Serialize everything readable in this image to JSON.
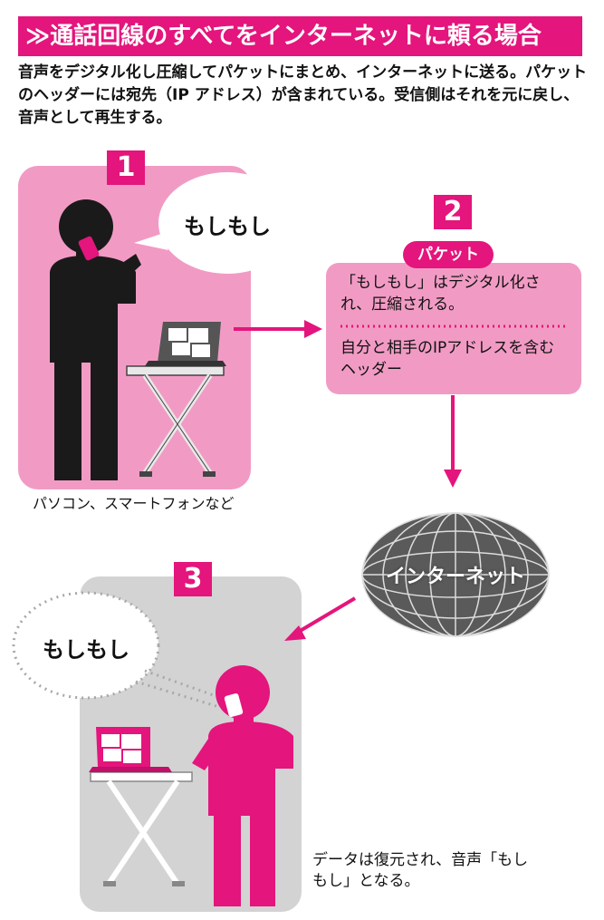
{
  "title": "≫通話回線のすべてをインターネットに頼る場合",
  "intro": "音声をデジタル化し圧縮してパケットにまとめ、インターネットに送る。パケットのヘッダーには宛先（IP アドレス）が含まれている。受信側はそれを元に戻し、音声として再生する。",
  "steps": {
    "step1": {
      "number": "1",
      "speech": "もしもし",
      "caption": "パソコン、スマートフォンなど"
    },
    "step2": {
      "number": "2",
      "packet_label": "パケット",
      "line1": "「もしもし」はデジタル化され、圧縮される。",
      "line2": "自分と相手のIPアドレスを含むヘッダー"
    },
    "step3": {
      "number": "3",
      "speech": "もしもし",
      "caption": "データは復元され、音声「もしもし」となる。"
    }
  },
  "internet_label": "インターネット",
  "colors": {
    "accent": "#e4157c",
    "pink_light": "#f19bc4",
    "gray_panel": "#d3d3d3",
    "globe": "#5a5a5a",
    "silhouette": "#1a1a1a"
  }
}
